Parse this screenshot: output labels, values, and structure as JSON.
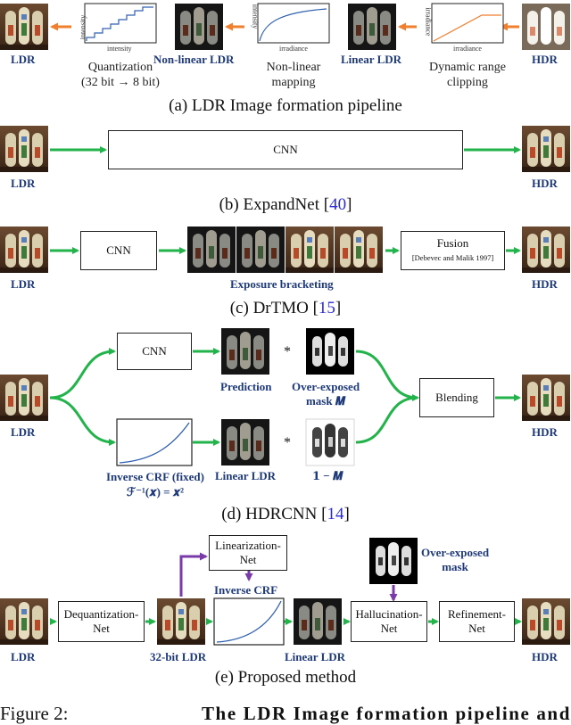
{
  "pipeline_a": {
    "label_ldr_left": "LDR",
    "label_nonlinear_ldr": "Non-linear LDR",
    "label_linear_ldr": "Linear LDR",
    "label_hdr": "HDR",
    "quantization": "Quantization",
    "quantization_detail": "(32 bit → 8 bit)",
    "nonlinear_mapping_1": "Non-linear",
    "nonlinear_mapping_2": "mapping",
    "drc_1": "Dynamic range",
    "drc_2": "clipping",
    "plot_intensity_x": "intensity",
    "plot_intensity_y": "intensity",
    "plot_irradiance_x": "irradiance",
    "plot_irradiance_y": "intensity",
    "plot_irradiance_x2": "irradiance",
    "plot_irradiance_y2": "irradiance",
    "caption": "(a) LDR Image formation pipeline"
  },
  "pipeline_b": {
    "box": "CNN",
    "label_in": "LDR",
    "label_out": "HDR",
    "caption_prefix": "(b) ExpandNet [",
    "caption_ref": "40",
    "caption_suffix": "]"
  },
  "pipeline_c": {
    "box_cnn": "CNN",
    "box_fusion": "Fusion",
    "fusion_note": "[Debevec and Malik 1997]",
    "label_in": "LDR",
    "label_bracket": "Exposure bracketing",
    "label_out": "HDR",
    "caption_prefix": "(c) DrTMO [",
    "caption_ref": "15",
    "caption_suffix": "]"
  },
  "pipeline_d": {
    "box_cnn": "CNN",
    "box_blend": "Blending",
    "label_in": "LDR",
    "label_prediction": "Prediction",
    "label_mask_1": "Over-exposed",
    "label_mask_2": "mask 𝑴",
    "label_linear": "Linear LDR",
    "label_one_minus": "𝟏 − 𝑴",
    "label_crf_1": "Inverse CRF (fixed)",
    "label_crf_2": "ℱ⁻¹(𝒙) = 𝒙²",
    "times_1": "*",
    "times_2": "*",
    "label_out": "HDR",
    "caption_prefix": "(d) HDRCNN [",
    "caption_ref": "14",
    "caption_suffix": "]"
  },
  "pipeline_e": {
    "box_lin_1": "Linearization-",
    "box_lin_2": "Net",
    "box_deq_1": "Dequantization-",
    "box_deq_2": "Net",
    "box_hal_1": "Hallucination-",
    "box_hal_2": "Net",
    "box_ref_1": "Refinement-",
    "box_ref_2": "Net",
    "label_inverse_crf": "Inverse CRF",
    "label_mask_1": "Over-exposed",
    "label_mask_2": "mask",
    "label_in": "LDR",
    "label_32bit": "32-bit LDR",
    "label_linear": "Linear LDR",
    "label_out": "HDR",
    "caption": "(e) Proposed method"
  },
  "figure_caption": {
    "prefix": "Figure 2:",
    "bold": "The LDR Image formation pipeline and"
  },
  "colors": {
    "green_arrow": "#22b34a",
    "orange_arrow": "#f07f2e",
    "purple_arrow": "#7a3aa8",
    "label_blue": "#1f3a7a",
    "ref_blue": "#2b2bd6"
  }
}
